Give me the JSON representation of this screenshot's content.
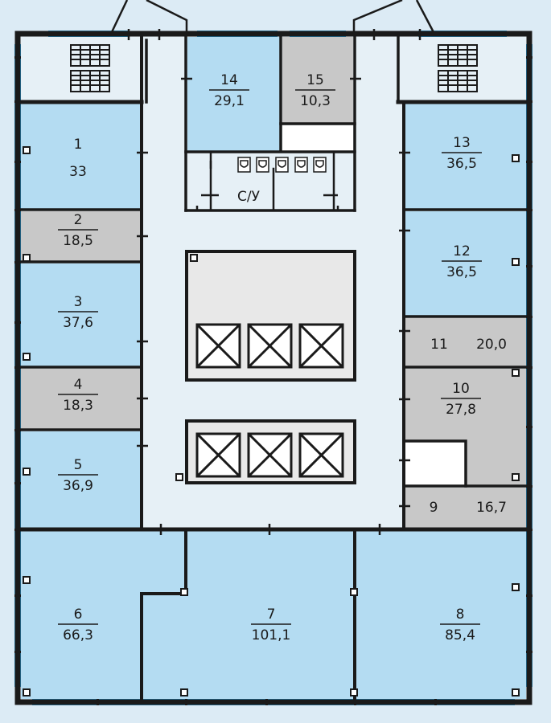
{
  "colors": {
    "background": "#dcebf5",
    "office": "#b4dcf2",
    "utility": "#c8c8c8",
    "corridor": "#e6f0f6",
    "core": "#e8e8e8",
    "wall": "#1a1a1a",
    "window": "#2ba3e0"
  },
  "rooms": [
    {
      "id": "1",
      "number": "1",
      "area": "33"
    },
    {
      "id": "2",
      "number": "2",
      "area": "18,5"
    },
    {
      "id": "3",
      "number": "3",
      "area": "37,6"
    },
    {
      "id": "4",
      "number": "4",
      "area": "18,3"
    },
    {
      "id": "5",
      "number": "5",
      "area": "36,9"
    },
    {
      "id": "6",
      "number": "6",
      "area": "66,3"
    },
    {
      "id": "7",
      "number": "7",
      "area": "101,1"
    },
    {
      "id": "8",
      "number": "8",
      "area": "85,4"
    },
    {
      "id": "9",
      "number": "9",
      "area": "16,7"
    },
    {
      "id": "10",
      "number": "10",
      "area": "27,8"
    },
    {
      "id": "11",
      "number": "11",
      "area": "20,0"
    },
    {
      "id": "12",
      "number": "12",
      "area": "36,5"
    },
    {
      "id": "13",
      "number": "13",
      "area": "36,5"
    },
    {
      "id": "14",
      "number": "14",
      "area": "29,1"
    },
    {
      "id": "15",
      "number": "15",
      "area": "10,3"
    }
  ],
  "restroom": {
    "label": "С/У"
  },
  "icons": {
    "stairs": "stairs-icon",
    "elevator": "elevator-icon",
    "toilet": "toilet-icon"
  }
}
